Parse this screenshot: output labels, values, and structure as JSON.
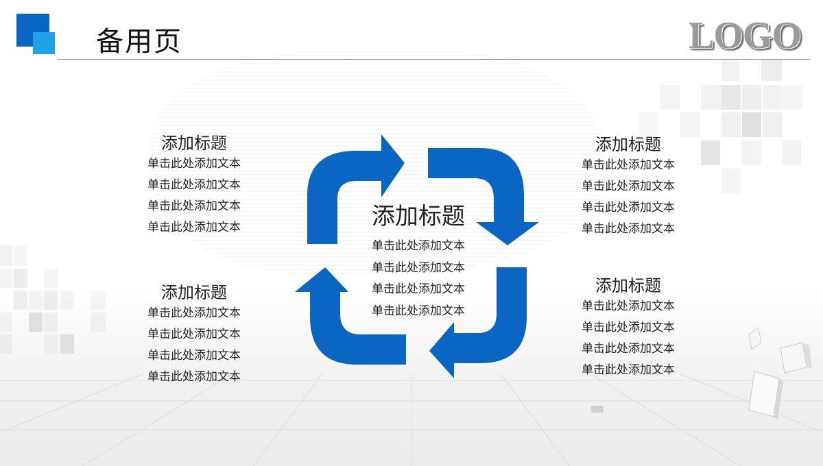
{
  "header": {
    "title": "备用页",
    "logo": "LOGO"
  },
  "colors": {
    "accent": "#0a66c2",
    "accent_light": "#1fa2e6",
    "text": "#222222",
    "pixel_gray": "#d9d9d9"
  },
  "center": {
    "title": "添加标题",
    "lines": [
      "单击此处添加文本",
      "单击此处添加文本",
      "单击此处添加文本",
      "单击此处添加文本"
    ]
  },
  "blocks": {
    "top_left": {
      "title": "添加标题",
      "lines": [
        "单击此处添加文本",
        "单击此处添加文本",
        "单击此处添加文本",
        "单击此处添加文本"
      ]
    },
    "bottom_left": {
      "title": "添加标题",
      "lines": [
        "单击此处添加文本",
        "单击此处添加文本",
        "单击此处添加文本",
        "单击此处添加文本"
      ]
    },
    "top_right": {
      "title": "添加标题",
      "lines": [
        "单击此处添加文本",
        "单击此处添加文本",
        "单击此处添加文本",
        "单击此处添加文本"
      ]
    },
    "bottom_right": {
      "title": "添加标题",
      "lines": [
        "单击此处添加文本",
        "单击此处添加文本",
        "单击此处添加文本",
        "单击此处添加文本"
      ]
    }
  },
  "icons": {
    "cycle": "cycle-arrows-icon",
    "logo_mark": "blue-squares-icon",
    "decor": "pixel-squares-decor-icon"
  }
}
